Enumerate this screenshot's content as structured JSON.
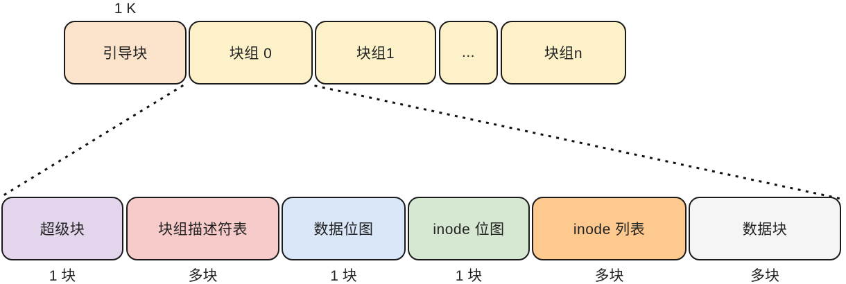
{
  "diagram": {
    "title_semantic": "ext-filesystem-block-group-layout",
    "top_row": {
      "size_label": "1 K",
      "boxes": [
        {
          "label": "引导块",
          "bg": "#FCE3CB"
        },
        {
          "label": "块组 0",
          "bg": "#FCF1C9"
        },
        {
          "label": "块组1",
          "bg": "#FCF1C9"
        },
        {
          "label": "...",
          "bg": "#FCF1C9"
        },
        {
          "label": "块组n",
          "bg": "#FCF1C9"
        }
      ]
    },
    "bottom_row": {
      "boxes": [
        {
          "label": "超级块",
          "bg": "#E3D6EC",
          "size": "1 块"
        },
        {
          "label": "块组描述符表",
          "bg": "#F8CBCB",
          "size": "多块"
        },
        {
          "label": "数据位图",
          "bg": "#D9E7F8",
          "size": "1 块"
        },
        {
          "label": "inode 位图",
          "bg": "#D6E8D2",
          "size": "1 块"
        },
        {
          "label": "inode 列表",
          "bg": "#FEC98F",
          "size": "多块"
        },
        {
          "label": "数据块",
          "bg": "#F5F5F5",
          "size": "多块"
        }
      ]
    },
    "colors": {
      "border": "#1a1a1a",
      "line": "#111111",
      "text": "#222222"
    }
  }
}
